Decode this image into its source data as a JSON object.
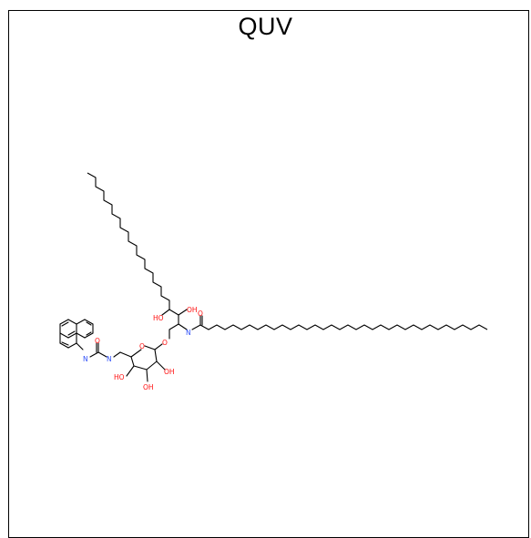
{
  "title": "QUV",
  "colors": {
    "bond": "#000000",
    "oxygen": "#ff0d0d",
    "nitrogen": "#3050f8"
  },
  "atom_labels": {
    "n_urea_1": "N",
    "n_urea_2": "N",
    "o_urea": "O",
    "o_ring": "O",
    "o_glyco": "O",
    "n_amide": "N",
    "o_amide": "O",
    "oh_ring_4": "HO",
    "oh_ring_3": "OH",
    "oh_ring_2": "OH",
    "oh_chain_1": "HO",
    "oh_chain_2": "OH"
  }
}
